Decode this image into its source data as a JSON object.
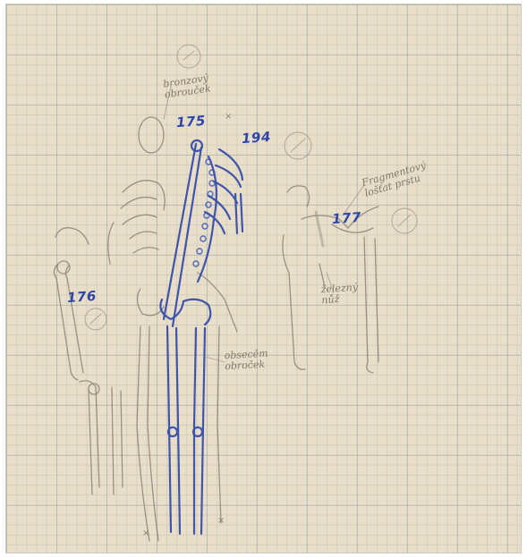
{
  "numbers": {
    "n175": "175",
    "n194": "194",
    "n176": "176",
    "n177": "177"
  },
  "notes": {
    "bronze_ring_line1": "bronzový",
    "bronze_ring_line2": "obrouček",
    "fragment_line1": "Fragmentový",
    "fragment_line2": "lošťat prstu",
    "knife_line1": "železný",
    "knife_line2": "nůž",
    "hanging_ring_line1": "obsecěm",
    "hanging_ring_line2": "obroček"
  },
  "colors": {
    "paper": "#e9dfc8",
    "grid": "#96a5af",
    "ink_blue": "#2f46a8",
    "pencil": "#8a8378"
  }
}
